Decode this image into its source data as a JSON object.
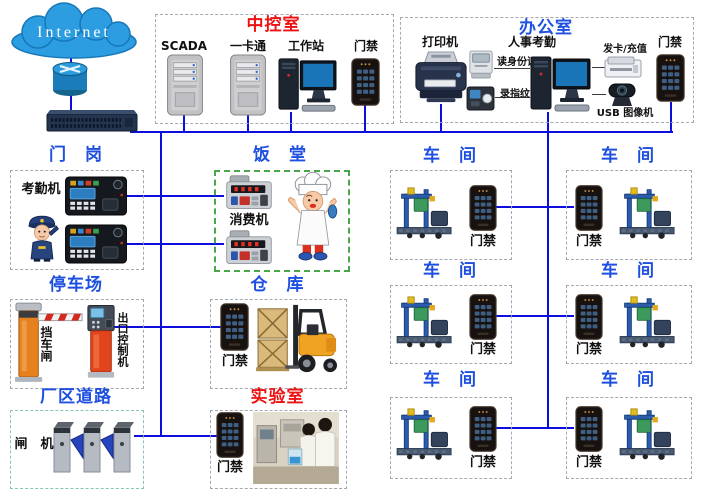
{
  "colors": {
    "line": "#0d0ddd",
    "title_blue": "#1d4fe0",
    "title_red": "#ee1111",
    "canteen_border": "#4aa84a",
    "road_border": "#86c4ba",
    "box_border": "#a4a8b0"
  },
  "internet": {
    "label": "Internet"
  },
  "control_room": {
    "title": "中控室",
    "scada_label": "SCADA",
    "one_card_label": "一卡通",
    "workstation_label": "工作站",
    "access_label": "门禁"
  },
  "office": {
    "title": "办公室",
    "printer_label": "打印机",
    "hr_attendance_label": "人事考勤",
    "id_reader_label": "读身份证",
    "fingerprint_label": "录指纹",
    "card_issue_label": "发卡/充值",
    "usb_camera_label": "USB 图像机",
    "access_label": "门禁"
  },
  "gate_post": {
    "title": "门　岗",
    "attendance_label": "考勤机"
  },
  "canteen": {
    "title": "饭　堂",
    "pos_label": "消费机"
  },
  "parking": {
    "title": "停车场",
    "barrier_label": "挡车闸",
    "exit_controller_label": "出口控制机"
  },
  "warehouse": {
    "title": "仓　库",
    "access_label": "门禁"
  },
  "factory_road": {
    "title": "厂区道路",
    "turnstile_label": "闸　机"
  },
  "laboratory": {
    "title": "实验室",
    "access_label": "门禁"
  },
  "workshops": [
    {
      "title": "车　间",
      "access_label": "门禁"
    },
    {
      "title": "车　间",
      "access_label": "门禁"
    },
    {
      "title": "车　间",
      "access_label": "门禁"
    },
    {
      "title": "车　间",
      "access_label": "门禁"
    },
    {
      "title": "车　间",
      "access_label": "门禁"
    },
    {
      "title": "车　间",
      "access_label": "门禁"
    }
  ]
}
